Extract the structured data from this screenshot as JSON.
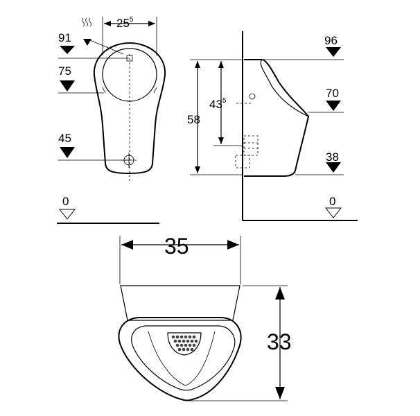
{
  "colors": {
    "stroke": "#000000",
    "background": "#ffffff"
  },
  "front_view": {
    "width_main": "25",
    "width_sup": "5",
    "level_91": "91",
    "level_75": "75",
    "level_45": "45",
    "floor": "0",
    "icon": "water-inlet-icon"
  },
  "side_view": {
    "height_58": "58",
    "height_43_main": "43",
    "height_43_sup": "5",
    "level_96": "96",
    "level_70": "70",
    "level_38": "38",
    "floor": "0"
  },
  "plan_view": {
    "width": "35",
    "depth": "33"
  }
}
